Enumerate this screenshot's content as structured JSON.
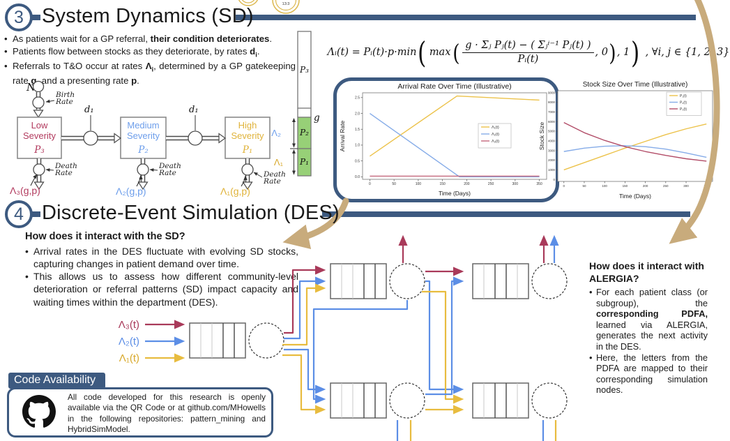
{
  "ui": {
    "bullet": "•"
  },
  "colors": {
    "navy": "#3d5a80",
    "crimson": "#a93a5a",
    "blue": "#5c8ee6",
    "yellow": "#e8bc3f",
    "tan": "#c8ab7c",
    "green": "#97d077"
  },
  "top_decor": {
    "partial_state_label": "13:3"
  },
  "section3": {
    "number": "3",
    "title": "System Dynamics (SD)",
    "bullets": [
      [
        {
          "t": "As patients wait for a GP referral, "
        },
        {
          "t": "their condition deteriorates",
          "b": 1
        },
        {
          "t": "."
        }
      ],
      [
        {
          "t": "Patients flow between stocks as they deteriorate, by rates "
        },
        {
          "t": "d",
          "b": 1
        },
        {
          "t": "i",
          "b": 1,
          "sub": 1
        },
        {
          "t": "."
        }
      ],
      [
        {
          "t": "Referrals to T&O occur at rates "
        },
        {
          "t": "Λ",
          "b": 1
        },
        {
          "t": "i",
          "b": 1,
          "sub": 1
        },
        {
          "t": ", determined by a GP gatekeeping rate "
        },
        {
          "t": "g",
          "b": 1
        },
        {
          "t": ", and a presenting rate "
        },
        {
          "t": "p",
          "b": 1
        },
        {
          "t": "."
        }
      ]
    ]
  },
  "sd_diagram": {
    "n_label": "N",
    "birth_rate": [
      "Birth",
      "Rate"
    ],
    "death_rate": [
      "Death",
      "Rate"
    ],
    "rate1": "d₁",
    "rate2": "d₁",
    "stocks": [
      {
        "line1": "Low",
        "line2": "Severity",
        "p": "P₃",
        "color": "#b23a5e"
      },
      {
        "line1": "Medium",
        "line2": "Severity",
        "p": "P₂",
        "color": "#6d9eeb"
      },
      {
        "line1": "High",
        "line2": "Severity",
        "p": "P₁",
        "color": "#e0b33a"
      }
    ],
    "lambdas": [
      {
        "text": "Λ₃(g,p)",
        "color": "#b23a5e"
      },
      {
        "text": "Λ₂(g,p)",
        "color": "#6d9eeb"
      },
      {
        "text": "Λ₁(g,p)",
        "color": "#e0b33a"
      }
    ]
  },
  "stacked_bar": {
    "p3": "P₃",
    "p2": "P₂",
    "p1": "P₁",
    "g": "g",
    "lambda2": "Λ₂",
    "lambda1": "Λ₁"
  },
  "formula": {
    "lhs": "Λᵢ(t) = Pᵢ(t)·p·min",
    "max_label": "max",
    "paren_open": "(",
    "paren_close": ")",
    "numerator": "g · Σⱼ Pⱼ(t) − ( Σⱼⁱ⁻¹ Pⱼ(t) )",
    "denominator": "Pᵢ(t)",
    "after_frac": ", 0",
    "after_max": ", 1",
    "tail": ",   ∀i, j ∈ {1, 2, 3}"
  },
  "chart_data": [
    {
      "type": "line",
      "title": "Arrival Rate Over Time (Illustrative)",
      "xlabel": "Time (Days)",
      "ylabel": "Arrival Rate",
      "xlim": [
        -15,
        365
      ],
      "ylim": [
        -0.08,
        2.65
      ],
      "xticks": [
        0,
        50,
        100,
        150,
        200,
        250,
        300,
        350
      ],
      "yticks": [
        0.0,
        0.5,
        1.0,
        1.5,
        2.0,
        2.5
      ],
      "ytick_decimals": 1,
      "legend_position": "center right",
      "grid": false,
      "series": [
        {
          "name": "Λ₁(t)",
          "color": "#ecc24a",
          "x": [
            0,
            180,
            350
          ],
          "y": [
            0.65,
            2.55,
            2.42
          ]
        },
        {
          "name": "Λ₂(t)",
          "color": "#86ace8",
          "x": [
            0,
            185,
            350
          ],
          "y": [
            2.0,
            0.0,
            0.0
          ]
        },
        {
          "name": "Λ₃(t)",
          "color": "#c4677d",
          "x": [
            0,
            350
          ],
          "y": [
            0.02,
            0.02
          ]
        }
      ]
    },
    {
      "type": "line",
      "title": "Stock Size Over Time (Illustrative)",
      "xlabel": "Time (Days)",
      "ylabel": "Stock Size",
      "xlim": [
        -15,
        365
      ],
      "ylim": [
        -200,
        9200
      ],
      "xticks": [
        0,
        50,
        100,
        150,
        200,
        250,
        300,
        350
      ],
      "yticks": [
        0,
        1000,
        2000,
        3000,
        4000,
        5000,
        6000,
        7000,
        8000,
        9000
      ],
      "ytick_decimals": 0,
      "legend_position": "upper right",
      "grid": false,
      "series": [
        {
          "name": "P₁(t)",
          "color": "#ecc24a",
          "x": [
            0,
            50,
            100,
            150,
            200,
            250,
            300,
            350
          ],
          "y": [
            1000,
            1750,
            2500,
            3250,
            3950,
            4650,
            5250,
            5750
          ]
        },
        {
          "name": "P₂(t)",
          "color": "#86ace8",
          "x": [
            0,
            50,
            100,
            150,
            200,
            250,
            300,
            350
          ],
          "y": [
            2900,
            3250,
            3450,
            3500,
            3400,
            3150,
            2750,
            2300
          ]
        },
        {
          "name": "P₃(t)",
          "color": "#b24d68",
          "x": [
            0,
            50,
            100,
            150,
            200,
            250,
            300,
            350
          ],
          "y": [
            5900,
            4850,
            4050,
            3400,
            2900,
            2500,
            2150,
            1900
          ]
        }
      ]
    }
  ],
  "section4": {
    "number": "4",
    "title": "Discrete-Event Simulation (DES)"
  },
  "des_left": {
    "heading": "How does it interact with the SD?",
    "bullets": [
      [
        {
          "t": "Arrival rates in the DES fluctuate with evolving SD stocks, capturing changes in patient demand over time."
        }
      ],
      [
        {
          "t": "This allows us to assess how different community-level deterioration or referral patterns (SD) impact capacity and waiting times within the department (DES)."
        }
      ]
    ]
  },
  "des_diagram": {
    "inputs": [
      {
        "label": "Λ₃(t)",
        "color": "#a93a5a"
      },
      {
        "label": "Λ₂(t)",
        "color": "#5c8ee6"
      },
      {
        "label": "Λ₁(t)",
        "color": "#d8a92c"
      }
    ]
  },
  "alergia": {
    "heading": "How does it interact with ALERGIA?",
    "bullets": [
      [
        {
          "t": "For each patient class (or subgroup), the "
        },
        {
          "t": "corresponding PDFA,",
          "b": 1
        },
        {
          "t": " learned via ALERGIA, generates the next activity in the DES."
        }
      ],
      [
        {
          "t": "Here, the letters from the PDFA are mapped to their corresponding simulation nodes."
        }
      ]
    ]
  },
  "code_box": {
    "tab": "Code Availability",
    "text": "All code developed for this research is openly available via the QR Code or at github.com/MHowells in the following repositories: pattern_mining and HybridSimModel."
  }
}
